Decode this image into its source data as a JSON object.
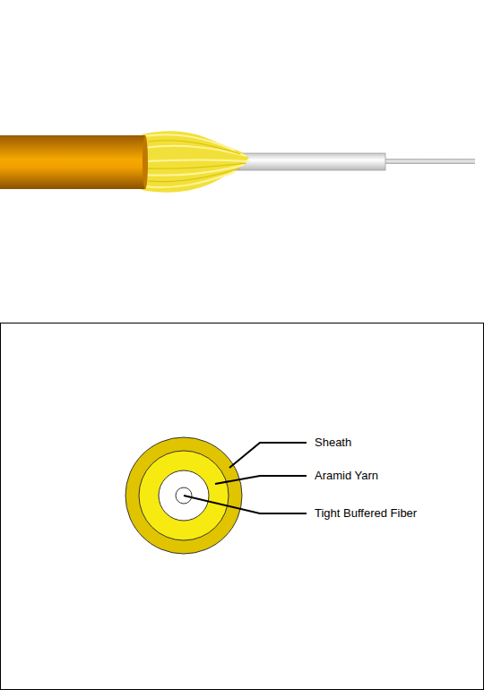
{
  "diagram": {
    "labels": [
      "Sheath",
      "Aramid Yarn",
      "Tight Buffered Fiber"
    ]
  }
}
